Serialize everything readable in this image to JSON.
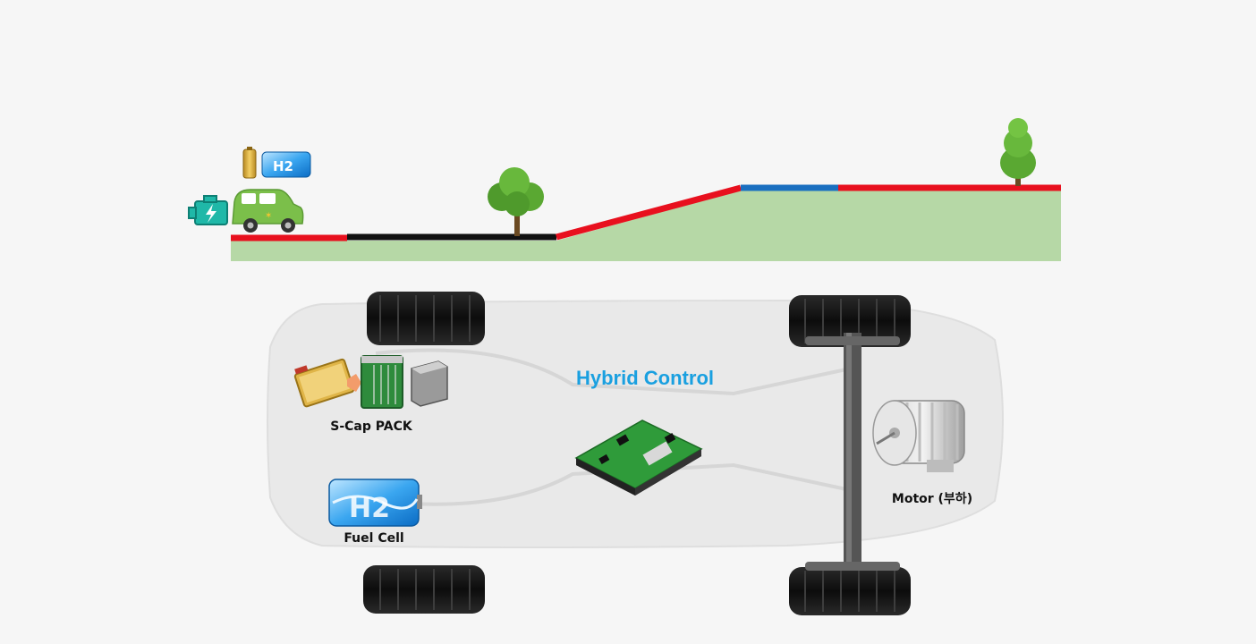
{
  "diagram": {
    "controller_title": "Hybrid Control",
    "components": {
      "scap": "S-Cap PACK",
      "fuel_cell": "Fuel Cell",
      "motor": "Motor (부하)"
    },
    "road_segments": [
      {
        "name": "segment-1",
        "color": "#e8101e"
      },
      {
        "name": "segment-2",
        "color": "#111111"
      },
      {
        "name": "segment-3-uphill",
        "color": "#e8101e"
      },
      {
        "name": "segment-4",
        "color": "#1a6fc0"
      },
      {
        "name": "segment-5",
        "color": "#e8101e"
      }
    ],
    "colors": {
      "title": "#1aa0e0",
      "ground": "#b6d8a6",
      "tree": "#5aa832",
      "car": "#7bbf4a"
    }
  }
}
